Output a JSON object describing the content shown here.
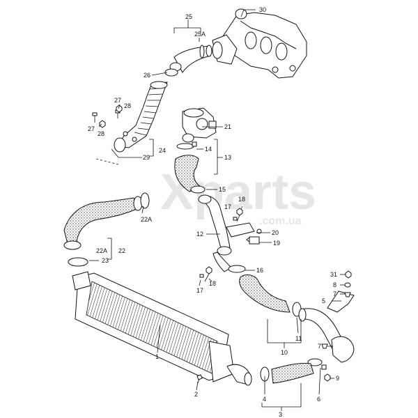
{
  "watermark": {
    "brand": "Xparts",
    "domain": ".com.ua"
  },
  "callouts": [
    {
      "id": "c30",
      "text": "30"
    },
    {
      "id": "c25",
      "text": "25"
    },
    {
      "id": "c25A",
      "text": "25A"
    },
    {
      "id": "c26",
      "text": "26"
    },
    {
      "id": "c27a",
      "text": "27"
    },
    {
      "id": "c28a",
      "text": "28"
    },
    {
      "id": "c27b",
      "text": "27"
    },
    {
      "id": "c28b",
      "text": "28"
    },
    {
      "id": "c24",
      "text": "24"
    },
    {
      "id": "c29",
      "text": "29"
    },
    {
      "id": "c21",
      "text": "21"
    },
    {
      "id": "c14",
      "text": "14"
    },
    {
      "id": "c13",
      "text": "13"
    },
    {
      "id": "c15",
      "text": "15"
    },
    {
      "id": "c22A",
      "text": "22A"
    },
    {
      "id": "c22A2",
      "text": "22A"
    },
    {
      "id": "c22",
      "text": "22"
    },
    {
      "id": "c23",
      "text": "23"
    },
    {
      "id": "c12",
      "text": "12"
    },
    {
      "id": "c17a",
      "text": "17"
    },
    {
      "id": "c18a",
      "text": "18"
    },
    {
      "id": "c20",
      "text": "20"
    },
    {
      "id": "c19",
      "text": "19"
    },
    {
      "id": "c16",
      "text": "16"
    },
    {
      "id": "c18b",
      "text": "18"
    },
    {
      "id": "c17b",
      "text": "17"
    },
    {
      "id": "c31",
      "text": "31"
    },
    {
      "id": "c8",
      "text": "8"
    },
    {
      "id": "c7a",
      "text": "7"
    },
    {
      "id": "c5",
      "text": "5"
    },
    {
      "id": "c11",
      "text": "11"
    },
    {
      "id": "c10",
      "text": "10"
    },
    {
      "id": "c7b",
      "text": "7"
    },
    {
      "id": "c9",
      "text": "9"
    },
    {
      "id": "c6",
      "text": "6"
    },
    {
      "id": "c1",
      "text": "1"
    },
    {
      "id": "c2",
      "text": "2"
    },
    {
      "id": "c4",
      "text": "4"
    },
    {
      "id": "c3",
      "text": "3"
    }
  ]
}
